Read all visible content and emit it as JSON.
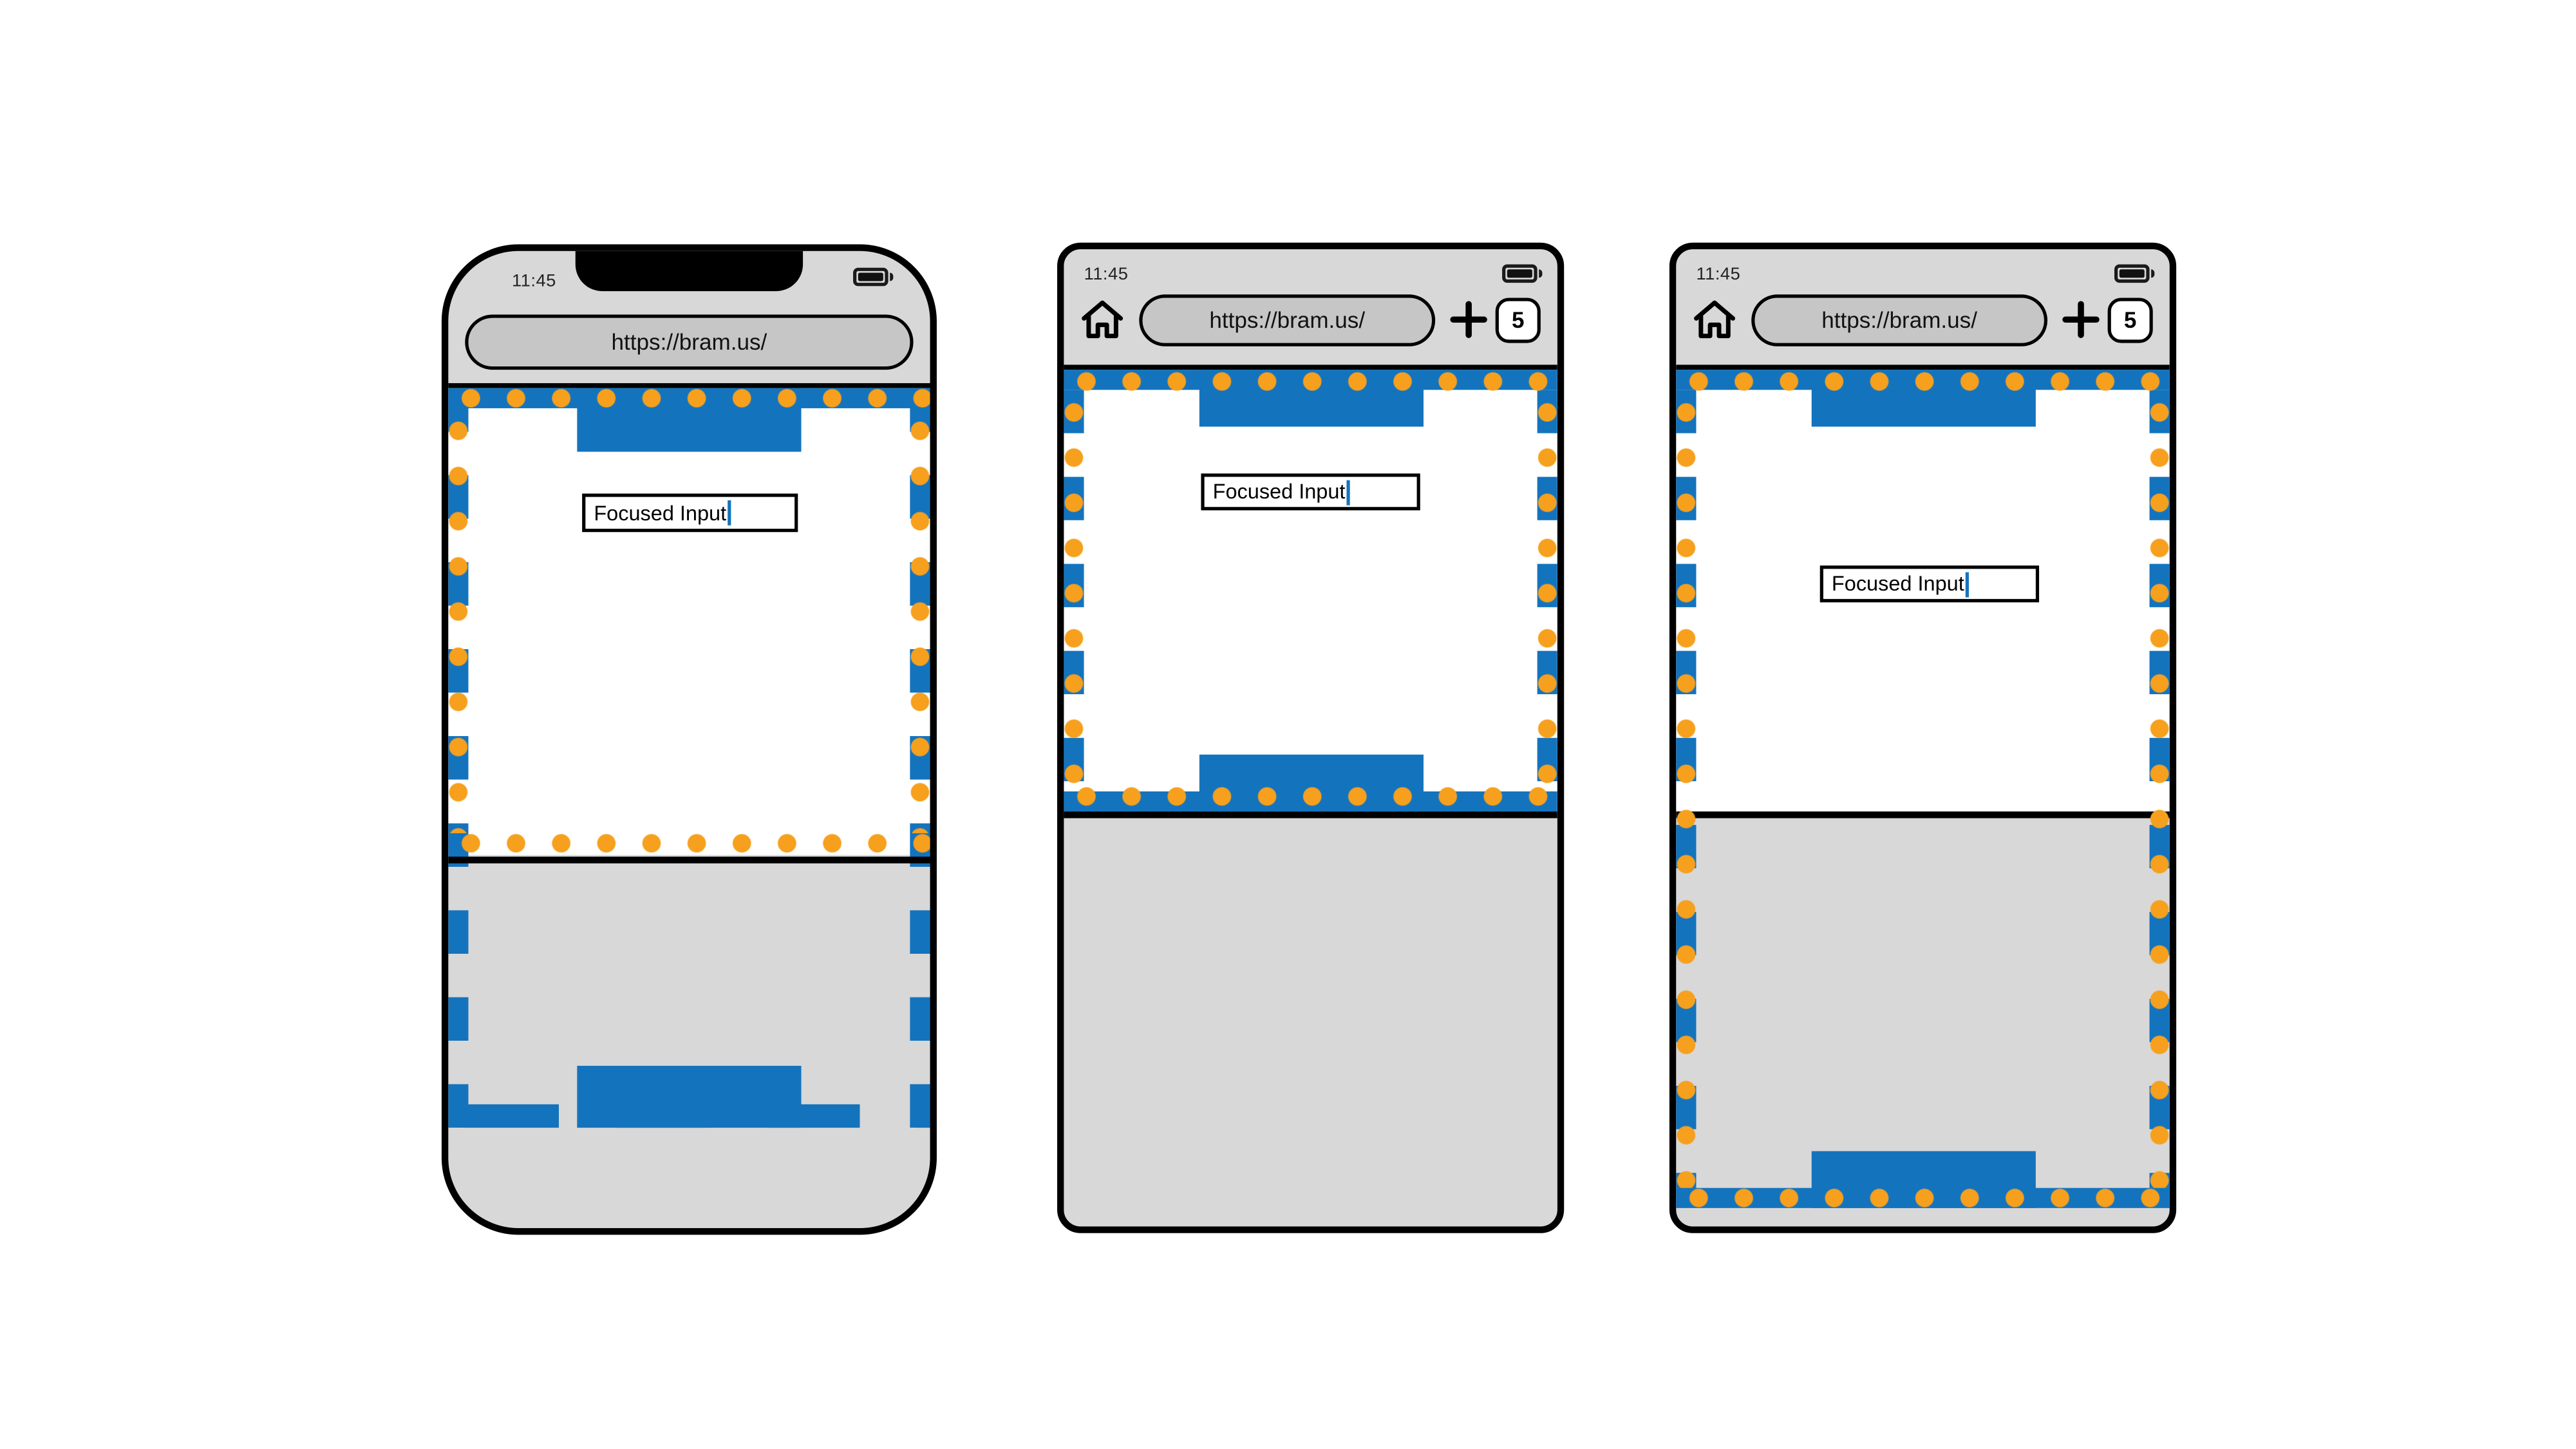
{
  "colors": {
    "viewport_blue": "#1473BD",
    "visual_viewport_orange": "#F6A01E",
    "device_gray": "#D8D8D8",
    "chrome_field_gray": "#C6C6C6"
  },
  "icons": {
    "home": "home-icon",
    "new_tab": "plus-icon",
    "battery": "battery-icon",
    "tab_counter": "tab-counter-badge",
    "caret": "text-caret"
  },
  "phones": [
    {
      "style": "ios-notch",
      "status_time": "11:45",
      "url": "https://bram.us/",
      "input_value": "Focused Input"
    },
    {
      "style": "android-browser",
      "status_time": "11:45",
      "url": "https://bram.us/",
      "tab_count": "5",
      "input_value": "Focused Input"
    },
    {
      "style": "android-browser",
      "status_time": "11:45",
      "url": "https://bram.us/",
      "tab_count": "5",
      "input_value": "Focused Input"
    }
  ]
}
